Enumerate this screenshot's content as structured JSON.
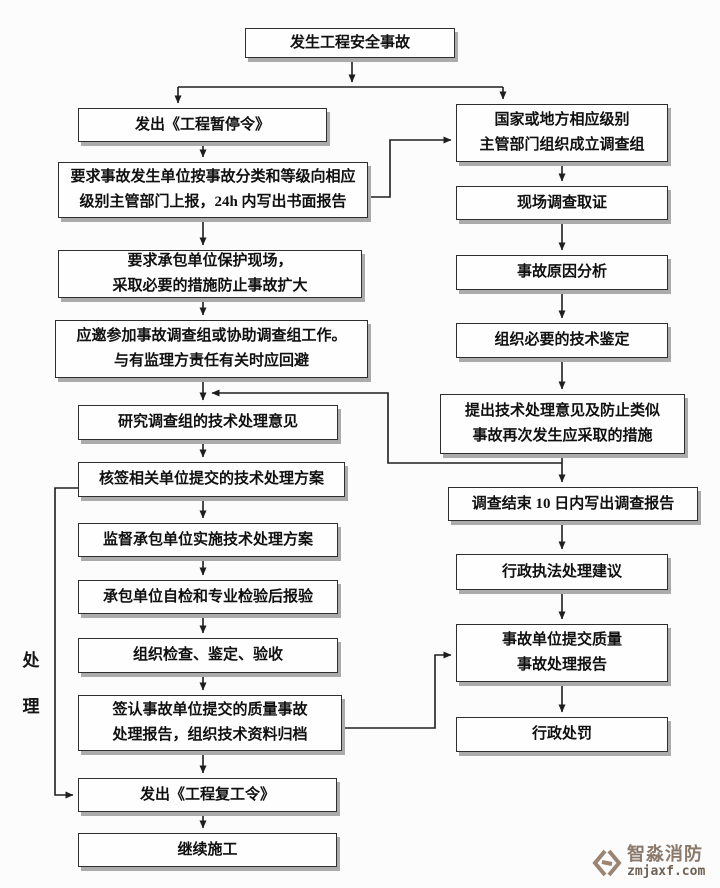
{
  "diagram": {
    "side_label": "处理",
    "nodes": {
      "start": {
        "lines": [
          "发生工程安全事故"
        ]
      },
      "l1": {
        "lines": [
          "发出《工程暂停令》"
        ]
      },
      "l2": {
        "lines": [
          "要求事故发生单位按事故分类和等级向相应",
          "级别主管部门上报，24h 内写出书面报告"
        ]
      },
      "l3": {
        "lines": [
          "要求承包单位保护现场，",
          "采取必要的措施防止事故扩大"
        ]
      },
      "l4": {
        "lines": [
          "应邀参加事故调查组或协助调查组工作。",
          "与有监理方责任有关时应回避"
        ]
      },
      "l5": {
        "lines": [
          "研究调查组的技术处理意见"
        ]
      },
      "l6": {
        "lines": [
          "核签相关单位提交的技术处理方案"
        ]
      },
      "l7": {
        "lines": [
          "监督承包单位实施技术处理方案"
        ]
      },
      "l8": {
        "lines": [
          "承包单位自检和专业检验后报验"
        ]
      },
      "l9": {
        "lines": [
          "组织检查、鉴定、验收"
        ]
      },
      "l10": {
        "lines": [
          "签认事故单位提交的质量事故",
          "处理报告，组织技术资料归档"
        ]
      },
      "l11": {
        "lines": [
          "发出《工程复工令》"
        ]
      },
      "l12": {
        "lines": [
          "继续施工"
        ]
      },
      "r1": {
        "lines": [
          "国家或地方相应级别",
          "主管部门组织成立调查组"
        ]
      },
      "r2": {
        "lines": [
          "现场调查取证"
        ]
      },
      "r3": {
        "lines": [
          "事故原因分析"
        ]
      },
      "r4": {
        "lines": [
          "组织必要的技术鉴定"
        ]
      },
      "r5": {
        "lines": [
          "提出技术处理意见及防止类似",
          "事故再次发生应采取的措施"
        ]
      },
      "r6": {
        "lines": [
          "调查结束 10 日内写出调查报告"
        ]
      },
      "r7": {
        "lines": [
          "行政执法处理建议"
        ]
      },
      "r8": {
        "lines": [
          "事故单位提交质量",
          "事故处理报告"
        ]
      },
      "r9": {
        "lines": [
          "行政处罚"
        ]
      }
    },
    "edges": [
      [
        "start",
        "l1"
      ],
      [
        "start",
        "r1"
      ],
      [
        "l1",
        "l2"
      ],
      [
        "l2",
        "l3"
      ],
      [
        "l2",
        "r1"
      ],
      [
        "l3",
        "l4"
      ],
      [
        "l4",
        "l5"
      ],
      [
        "r5",
        "l5"
      ],
      [
        "l5",
        "l6"
      ],
      [
        "l6",
        "l7"
      ],
      [
        "l6",
        "l11"
      ],
      [
        "l7",
        "l8"
      ],
      [
        "l8",
        "l9"
      ],
      [
        "l9",
        "l10"
      ],
      [
        "l10",
        "l11"
      ],
      [
        "l10",
        "r8"
      ],
      [
        "l11",
        "l12"
      ],
      [
        "r1",
        "r2"
      ],
      [
        "r2",
        "r3"
      ],
      [
        "r3",
        "r4"
      ],
      [
        "r4",
        "r5"
      ],
      [
        "r5",
        "r6"
      ],
      [
        "r6",
        "r7"
      ],
      [
        "r7",
        "r8"
      ],
      [
        "r8",
        "r9"
      ]
    ]
  },
  "watermark": {
    "brand": "智淼消防",
    "url": "zmjaxf.com"
  },
  "colors": {
    "box_border": "#2e2e2e",
    "box_shadow": "#ababab",
    "arrow": "#1e1e1e",
    "watermark": "#9b8572"
  }
}
